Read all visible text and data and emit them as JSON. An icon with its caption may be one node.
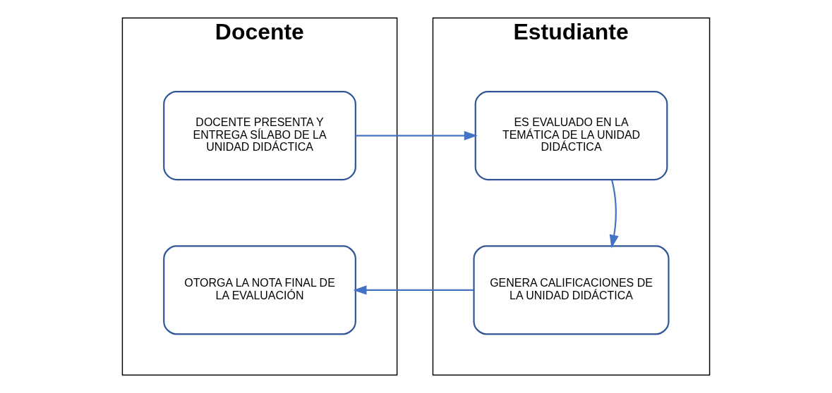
{
  "diagram": {
    "nodes": [
      {
        "text": [
          "Docente"
        ]
      },
      {
        "text": [
          "Estudiante"
        ]
      },
      {
        "text": [
          "DOCENTE PRESENTA Y ENTREGA SÍLABO DE LA UNIDAD DIDÁCTICA"
        ],
        "in": 0
      },
      {
        "text": [
          "ES EVALUADO EN LA TEMÁTICA DE LA UNIDAD DIDÁCTICA"
        ],
        "in": 1
      },
      {
        "text": [
          "GENERA CALIFICACIONES DE LA UNIDAD DIDÁCTICA"
        ],
        "in": 1
      },
      {
        "text": [
          "OTORGA LA NOTA FINAL DE LA EVALUACIÓN"
        ],
        "in": 0
      }
    ],
    "edges": [
      {
        "from": 2,
        "to": 3,
        "arrow": "to"
      },
      {
        "from": 3,
        "to": 4,
        "arrow": "to"
      },
      {
        "from": 4,
        "to": 5,
        "arrow": "to"
      }
    ]
  }
}
